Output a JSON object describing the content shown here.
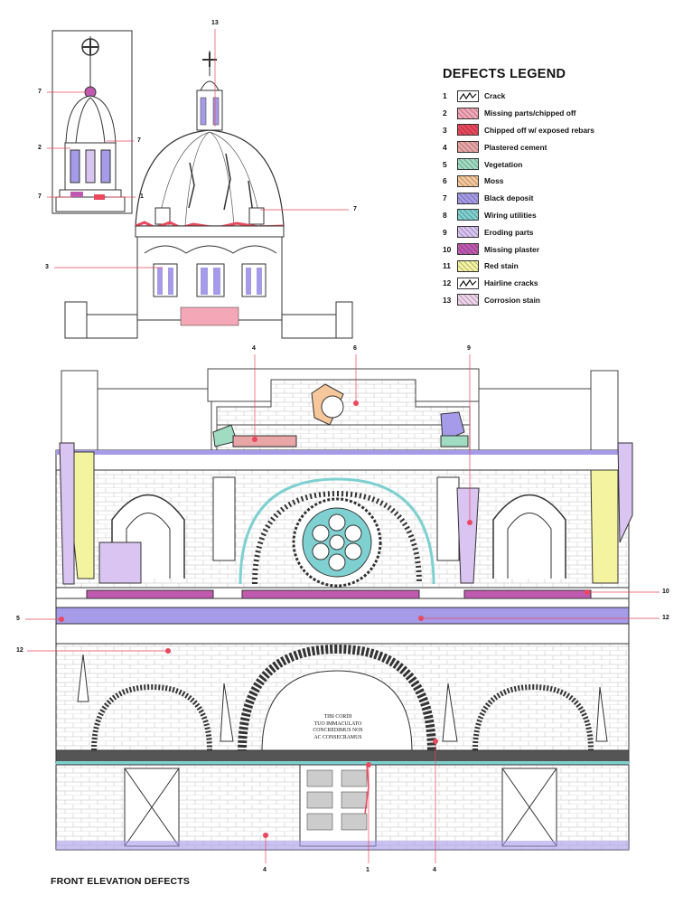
{
  "legend": {
    "title": "DEFECTS LEGEND",
    "items": [
      {
        "num": "1",
        "label": "Crack",
        "color": "#ffffff",
        "icon": "crack-icon"
      },
      {
        "num": "2",
        "label": "Missing parts/chipped off",
        "color": "#f4a7b6"
      },
      {
        "num": "3",
        "label": "Chipped off w/ exposed rebars",
        "color": "#e9485d"
      },
      {
        "num": "4",
        "label": "Plastered cement",
        "color": "#e9a6a6"
      },
      {
        "num": "5",
        "label": "Vegetation",
        "color": "#9fdcc2"
      },
      {
        "num": "6",
        "label": "Moss",
        "color": "#f6c79a"
      },
      {
        "num": "7",
        "label": "Black deposit",
        "color": "#a69be8"
      },
      {
        "num": "8",
        "label": "Wiring utilities",
        "color": "#7fd0d0"
      },
      {
        "num": "9",
        "label": "Eroding parts",
        "color": "#d9c4f2"
      },
      {
        "num": "10",
        "label": "Missing plaster",
        "color": "#c05ab0"
      },
      {
        "num": "11",
        "label": "Red stain",
        "color": "#f3f3a0"
      },
      {
        "num": "12",
        "label": "Hairline cracks",
        "color": "#ffffff",
        "icon": "hairline-crack-icon"
      },
      {
        "num": "13",
        "label": "Corrosion stain",
        "color": "#efd4ec"
      }
    ]
  },
  "callouts": {
    "dome_13": "13",
    "dome_7a": "7",
    "dome_2": "2",
    "dome_7b": "7",
    "dome_7c": "7",
    "dome_1": "1",
    "dome_7d": "7",
    "dome_3": "3",
    "facade_4top": "4",
    "facade_6": "6",
    "facade_9": "9",
    "facade_10": "10",
    "facade_5": "5",
    "facade_12a": "12",
    "facade_12b": "12",
    "bottom_4a": "4",
    "bottom_1": "1",
    "bottom_4b": "4"
  },
  "inscription": {
    "line1": "TIBI CORDI",
    "line2": "TUO IMMACULATO",
    "line3": "CONCREDIMUS NOS",
    "line4": "AC CONSECRAMUS"
  },
  "footer": {
    "title": "FRONT ELEVATION DEFECTS"
  }
}
